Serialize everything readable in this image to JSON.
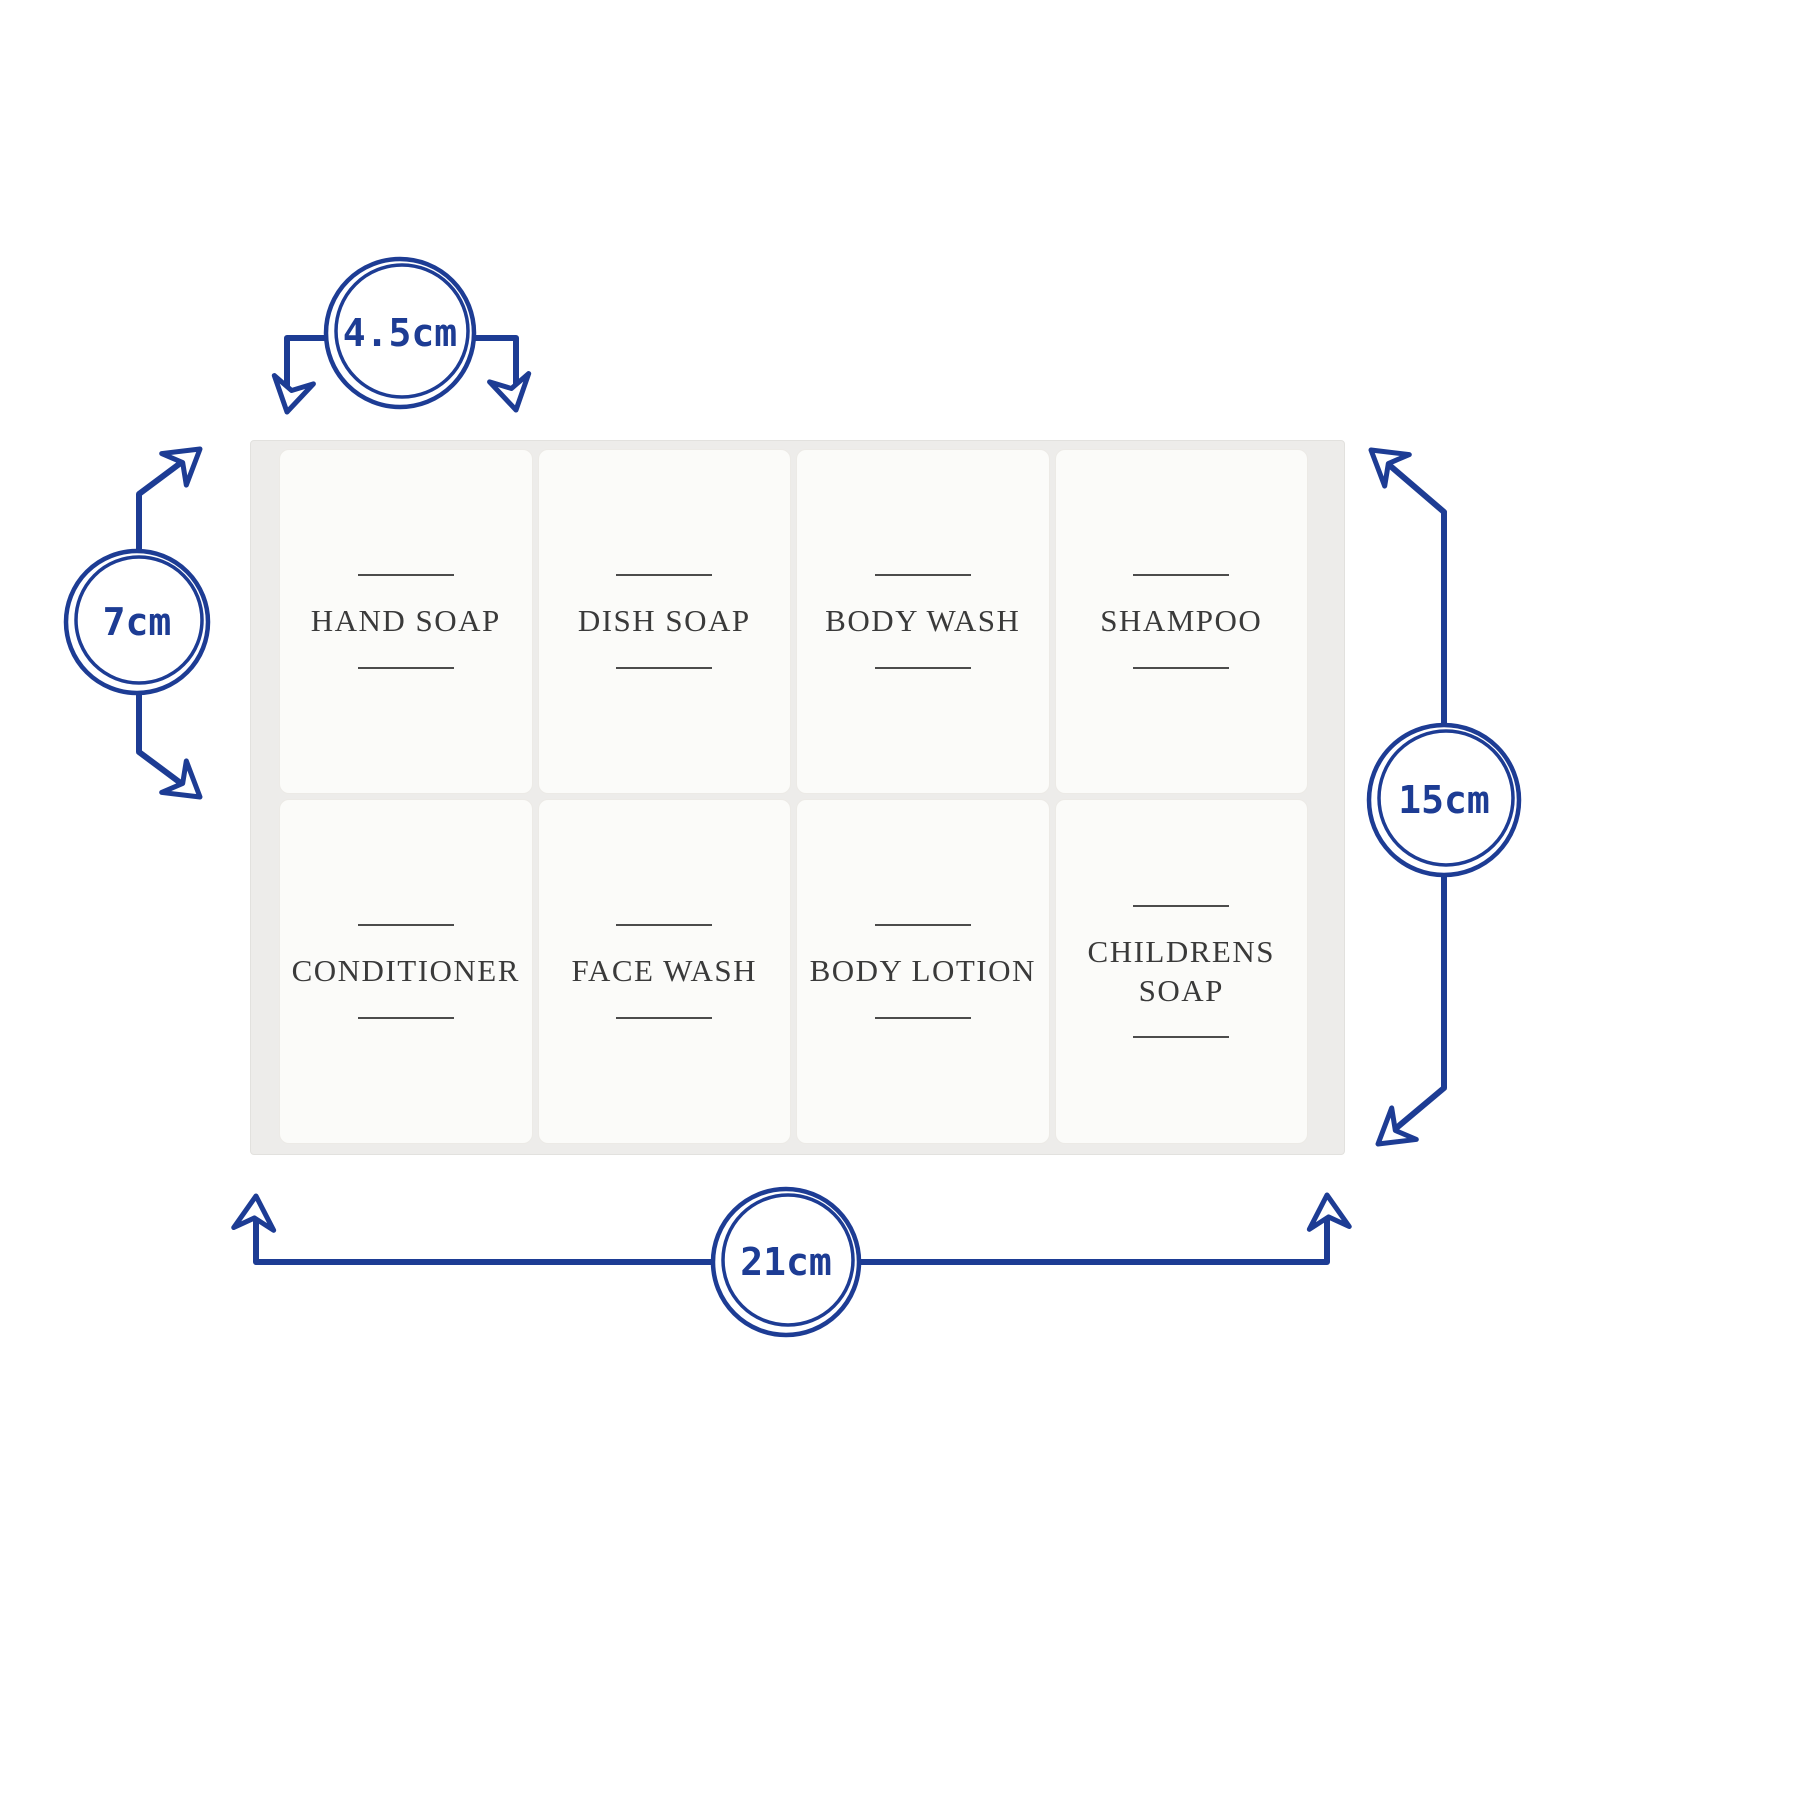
{
  "sheet": {
    "labels": [
      "HAND SOAP",
      "DISH SOAP",
      "BODY WASH",
      "SHAMPOO",
      "CONDITIONER",
      "FACE WASH",
      "BODY LOTION",
      "CHILDRENS SOAP"
    ]
  },
  "dimensions": {
    "label_width": "4.5cm",
    "label_height": "7cm",
    "sheet_height": "15cm",
    "sheet_width": "21cm"
  },
  "colors": {
    "annotation_blue": "#1d3c94",
    "sheet_backing": "#edecea",
    "label_card": "#fbfbf9"
  }
}
